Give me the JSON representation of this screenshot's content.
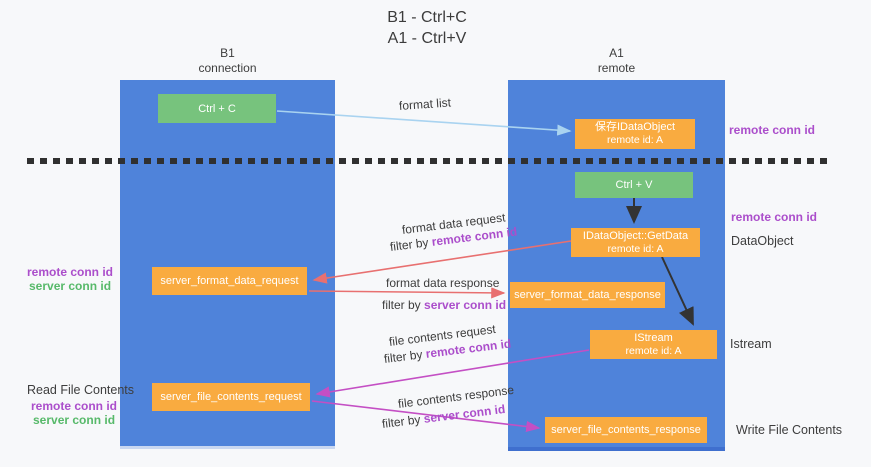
{
  "title": {
    "line1": "B1 - Ctrl+C",
    "line2": "A1 - Ctrl+V"
  },
  "columns": {
    "left": {
      "name": "B1",
      "role": "connection"
    },
    "right": {
      "name": "A1",
      "role": "remote"
    }
  },
  "nodes": {
    "ctrl_c": {
      "label": "Ctrl + C"
    },
    "ctrl_v": {
      "label": "Ctrl + V"
    },
    "save_dataobject": {
      "line1": "保存IDataObject",
      "line2": "remote id: A"
    },
    "getdata": {
      "line1": "IDataObject::GetData",
      "line2": "remote id: A"
    },
    "istream": {
      "line1": "IStream",
      "line2": "remote id: A"
    },
    "format_request_box": {
      "label": "server_format_data_request"
    },
    "format_response_box": {
      "label": "server_format_data_response"
    },
    "file_request_box": {
      "label": "server_file_contents_request"
    },
    "file_response_box": {
      "label": "server_file_contents_response"
    }
  },
  "edges": {
    "format_list": {
      "label": "format list"
    },
    "format_request": {
      "label": "format data request",
      "filter_prefix": "filter by ",
      "filter_key": "remote conn id"
    },
    "format_response": {
      "label": "format data response",
      "filter_prefix": "filter by ",
      "filter_key": "server conn id"
    },
    "file_request": {
      "label": "file contents request",
      "filter_prefix": "filter by ",
      "filter_key": "remote conn id"
    },
    "file_response": {
      "label": "file contents response",
      "filter_prefix": "filter by ",
      "filter_key": "server conn id"
    }
  },
  "side_labels": {
    "right_remote_conn_id_1": "remote conn id",
    "right_remote_conn_id_2": "remote conn id",
    "right_dataobject": "DataObject",
    "right_istream": "Istream",
    "right_write_file_contents": "Write File Contents",
    "left_remote_conn_id_1": "remote conn id",
    "left_server_conn_id_1": "server conn id",
    "left_read_file_contents": "Read File Contents",
    "left_remote_conn_id_2": "remote conn id",
    "left_server_conn_id_2": "server conn id"
  },
  "colors": {
    "column_blue": "#4f83da",
    "box_green": "#77c37d",
    "box_orange": "#f9ab40",
    "arrow_lightblue": "#a9d3f0",
    "arrow_red": "#e87070",
    "arrow_magenta": "#c44fc4",
    "arrow_black": "#333333",
    "text_purple": "#ab4ecb",
    "text_green": "#57b96a",
    "background": "#f7f8fa"
  }
}
